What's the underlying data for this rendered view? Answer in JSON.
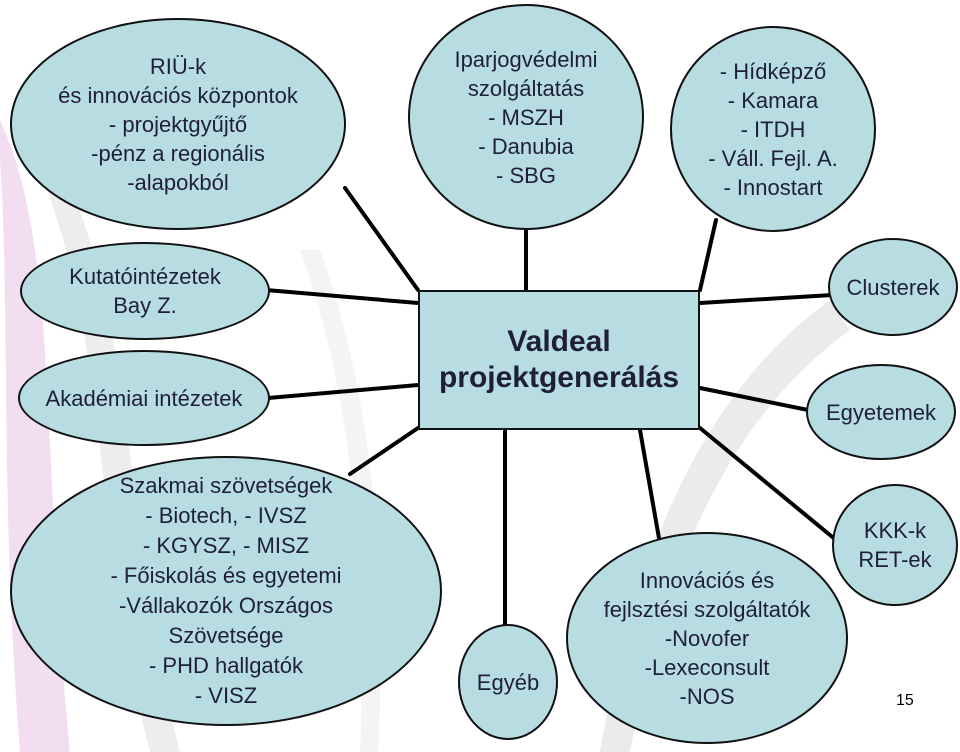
{
  "slide": {
    "page_number": "15",
    "accent_color": "#b7dde2",
    "center": {
      "label": "Valdeal\nprojektgenerálás"
    },
    "nodes": {
      "riu": "RIÜ-k\nés innovációs központok\n- projektgyűjtő\n-pénz a regionális\n-alapokból",
      "iparjog": "Iparjogvédelmi\nszolgáltatás\n- MSZH\n- Danubia\n- SBG",
      "hidkepzo": "- Hídképző\n- Kamara\n- ITDH\n- Váll. Fejl. A.\n- Innostart",
      "kutato": "Kutatóintézetek\nBay Z.",
      "akademiai": "Akadémiai intézetek",
      "clusterek": "Clusterek",
      "egyetemek": "Egyetemek",
      "szakmai": "Szakmai szövetségek\n- Biotech, - IVSZ\n- KGYSZ, - MISZ\n- Főiskolás és egyetemi\n-Vállakozók Országos\nSzövetsége\n- PHD hallgatók\n- VISZ",
      "egyeb": "Egyéb",
      "innovacios": "Innovációs és\nfejlsztési szolgáltatók\n-Novofer\n-Lexeconsult\n-NOS",
      "kkk": "KKK-k\nRET-ek"
    }
  }
}
